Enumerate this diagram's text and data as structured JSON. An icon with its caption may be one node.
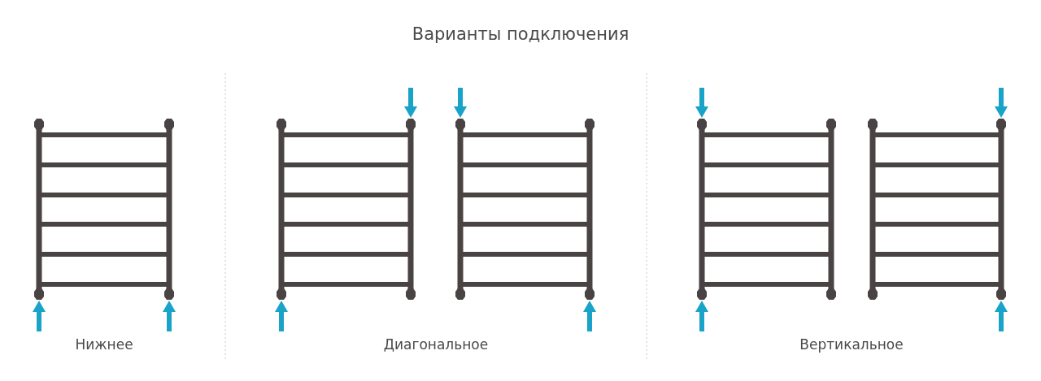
{
  "diagram": {
    "title": "Варианты подключения",
    "nodes": [
      {
        "text": [],
        "shape": "picture"
      },
      {
        "text": [],
        "shape": "picture"
      },
      {
        "text": [],
        "shape": "picture"
      },
      {
        "text": [],
        "shape": "picture"
      },
      {
        "text": [],
        "shape": "picture"
      }
    ],
    "edges": [
      {
        "from": null,
        "to": 0,
        "arrow": "to",
        "color": "#1aa3c9"
      },
      {
        "from": null,
        "to": 0,
        "arrow": "to",
        "color": "#1aa3c9"
      },
      {
        "from": null,
        "to": 1,
        "arrow": "to",
        "color": "#1aa3c9"
      },
      {
        "from": null,
        "to": 1,
        "arrow": "to",
        "color": "#1aa3c9"
      },
      {
        "from": null,
        "to": 2,
        "arrow": "to",
        "color": "#1aa3c9"
      },
      {
        "from": null,
        "to": 2,
        "arrow": "to",
        "color": "#1aa3c9"
      },
      {
        "from": null,
        "to": 3,
        "arrow": "to",
        "color": "#1aa3c9"
      },
      {
        "from": null,
        "to": 3,
        "arrow": "to",
        "color": "#1aa3c9"
      },
      {
        "from": null,
        "to": 4,
        "arrow": "to",
        "color": "#1aa3c9"
      },
      {
        "from": null,
        "to": 4,
        "arrow": "to",
        "color": "#1aa3c9"
      }
    ],
    "labels": [
      "Нижнее",
      "Диагональное",
      "Вертикальное"
    ]
  }
}
